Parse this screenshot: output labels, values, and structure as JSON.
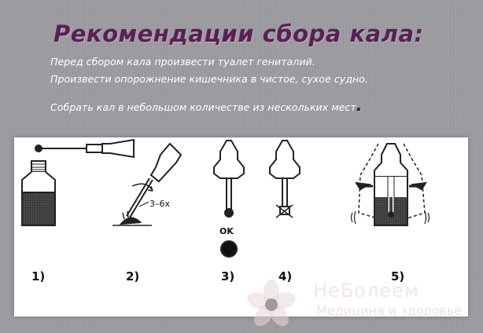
{
  "title": "Рекомендации сбора  кала:",
  "instructions": {
    "line1": "Перед сбором кала произвести туалет  гениталий.",
    "line2": "Произвести опорожнение кишечника в чистое, сухое судно.",
    "line3": "Собрать кал в небольшом количестве из нескольких мест",
    "line3_end": "."
  },
  "diagram": {
    "step1": "1)",
    "step2": "2)",
    "step3": "3)",
    "step4": "4)",
    "step5": "5)",
    "rotation_label": "3–6x",
    "ok_label": "OK"
  },
  "watermark": {
    "brand": "НеБолеем",
    "tagline": "Медицина и здоровье"
  }
}
